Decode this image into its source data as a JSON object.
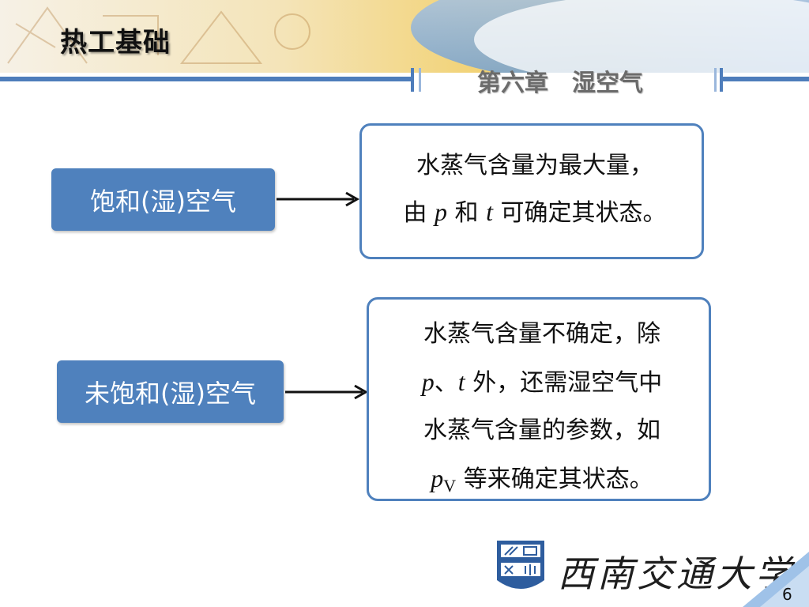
{
  "header": {
    "course_title": "热工基础",
    "chapter_title": "第六章　湿空气"
  },
  "rows": [
    {
      "label": "饱和(湿)空气",
      "desc_lines": [
        {
          "parts": [
            {
              "t": "水蒸气含量为最大量，"
            }
          ]
        },
        {
          "parts": [
            {
              "t": "由 "
            },
            {
              "v": "p"
            },
            {
              "t": " 和 "
            },
            {
              "v": "t"
            },
            {
              "t": " 可确定其状态。"
            }
          ]
        }
      ]
    },
    {
      "label": "未饱和(湿)空气",
      "desc_lines": [
        {
          "parts": [
            {
              "t": "水蒸气含量不确定，除"
            }
          ]
        },
        {
          "parts": [
            {
              "v": "p"
            },
            {
              "t": "、"
            },
            {
              "v": "t"
            },
            {
              "t": " 外，还需湿空气中"
            }
          ]
        },
        {
          "parts": [
            {
              "t": "水蒸气含量的参数，如"
            }
          ]
        },
        {
          "parts": [
            {
              "v": "p"
            },
            {
              "sub": "V"
            },
            {
              "t": " 等来确定其状态。"
            }
          ]
        }
      ]
    }
  ],
  "footer": {
    "university_name": "西南交通大学",
    "emblem_text": "西南交通大学",
    "page_number": "6"
  },
  "colors": {
    "accent_blue": "#4f81bd",
    "rule_blue": "#4e7dbb"
  }
}
